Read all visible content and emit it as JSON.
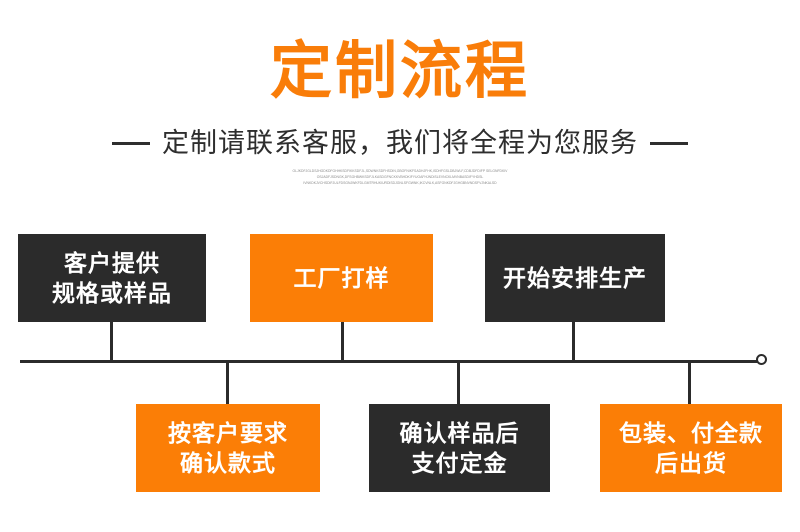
{
  "header": {
    "title": "定制流程",
    "subtitle": "定制请联系客服，我们将全程为您服务",
    "title_color": "#F97D09",
    "subtitle_color": "#2e2e2e",
    "micro_lines": [
      "OLJKDFJGLDSJHGDKDFGHHKSDFIKKSDFJL,SDWNKSDFHSDIN,GBOFNIKFSADHJFHK,ISDHFGSLDBJWLF,CDBJDFDIFP SELGNFDKIV",
      "OSJADFJSDNGK,DFSGHBWKSDFJLKASDGFNCKKVBHDKIFYUOAFHJNDISLEVNCKLMVNBASDIFYHDSL",
      "IVNKDKJVCHSDIFJULFDSGNJWKFDLGMTRHUKIURDISDJGNLSFGWNK,IKCVNLK,ASFGNKDFJGHGBNVNDSFVJNKALSD"
    ]
  },
  "timeline": {
    "axis_color": "#2b2b2b",
    "endcap": "circle-endpoint"
  },
  "steps": [
    {
      "id": "step-1",
      "label_lines": [
        "客户提供",
        "规格或样品"
      ],
      "style": "dark",
      "color": "#2b2b2b",
      "position": "above"
    },
    {
      "id": "step-2",
      "label_lines": [
        "按客户要求",
        "确认款式"
      ],
      "style": "orange",
      "color": "#FB7E06",
      "position": "below"
    },
    {
      "id": "step-3",
      "label_lines": [
        "工厂打样"
      ],
      "style": "orange",
      "color": "#FB7E06",
      "position": "above"
    },
    {
      "id": "step-4",
      "label_lines": [
        "确认样品后",
        "支付定金"
      ],
      "style": "dark",
      "color": "#2b2b2b",
      "position": "below"
    },
    {
      "id": "step-5",
      "label_lines": [
        "开始安排生产"
      ],
      "style": "dark",
      "color": "#2b2b2b",
      "position": "above"
    },
    {
      "id": "step-6",
      "label_lines": [
        "包装、付全款",
        "后出货"
      ],
      "style": "orange",
      "color": "#FB7E06",
      "position": "below"
    }
  ]
}
